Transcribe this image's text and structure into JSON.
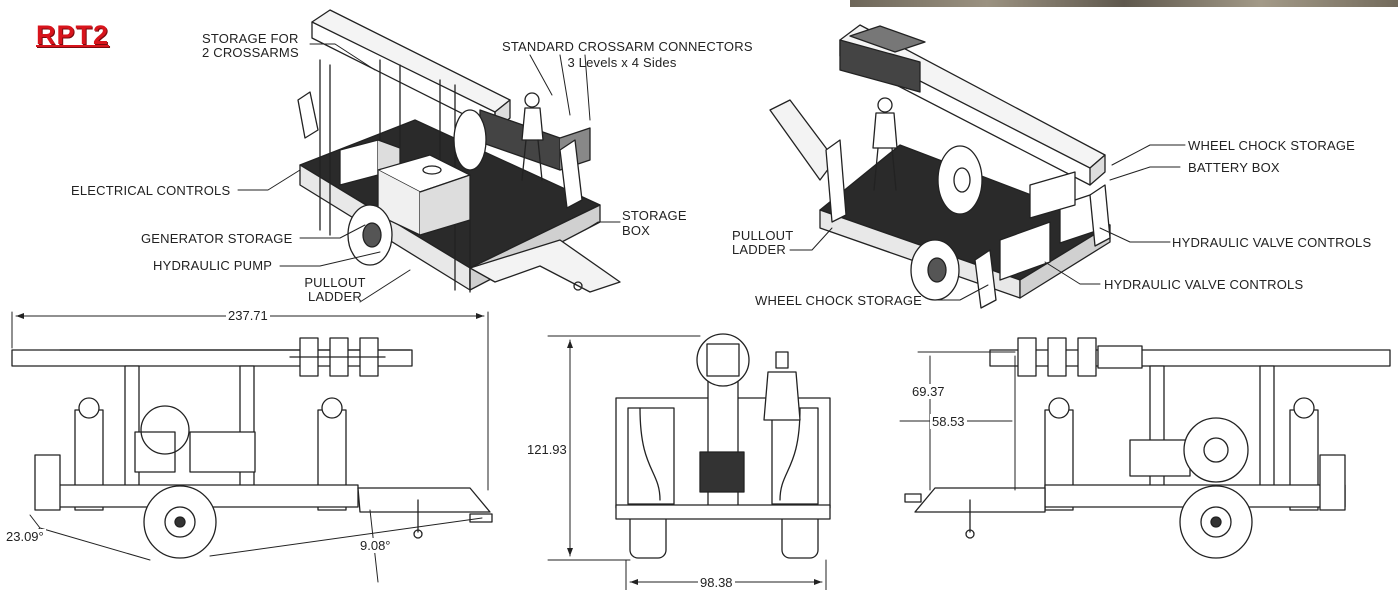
{
  "brand": {
    "title": "RPT2",
    "color": "#d8141c"
  },
  "callouts": {
    "storage_crossarms": [
      "STORAGE FOR",
      "2 CROSSARMS"
    ],
    "crossarm_connectors": [
      "STANDARD CROSSARM CONNECTORS",
      "3 Levels x 4 Sides"
    ],
    "electrical_controls": "ELECTRICAL CONTROLS",
    "generator_storage": "GENERATOR STORAGE",
    "hydraulic_pump": "HYDRAULIC PUMP",
    "pullout_ladder_left": [
      "PULLOUT",
      "LADDER"
    ],
    "storage_box": [
      "STORAGE",
      "BOX"
    ],
    "wheel_chock_storage_top": "WHEEL CHOCK STORAGE",
    "battery_box": "BATTERY BOX",
    "pullout_ladder_right": [
      "PULLOUT",
      "LADDER"
    ],
    "hydraulic_valve_controls_1": "HYDRAULIC VALVE CONTROLS",
    "hydraulic_valve_controls_2": "HYDRAULIC VALVE CONTROLS",
    "wheel_chock_storage_bottom": "WHEEL CHOCK STORAGE"
  },
  "dimensions": {
    "overall_length": "237.71",
    "departure_angle": "23.09°",
    "approach_angle": "9.08°",
    "overall_height": "121.93",
    "overall_width": "98.38",
    "mast_height": "69.37",
    "mast_offset": "58.53"
  }
}
